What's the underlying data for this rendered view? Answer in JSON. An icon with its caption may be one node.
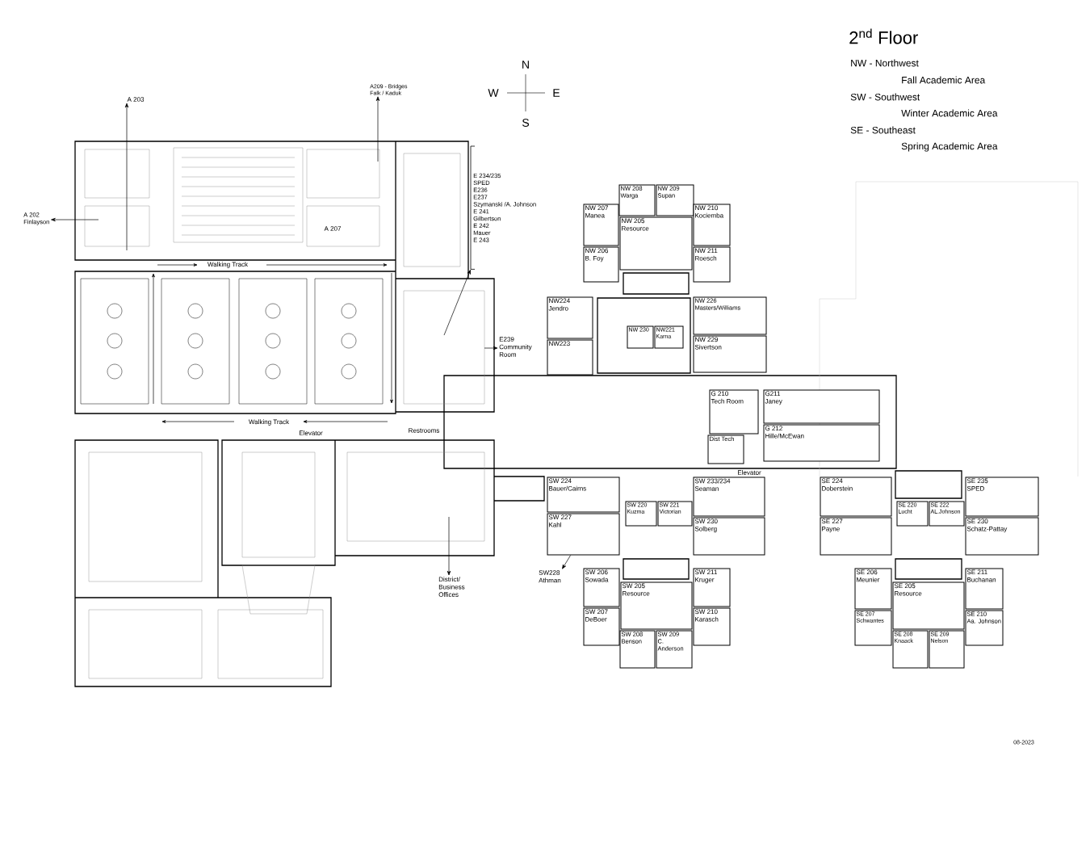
{
  "diagram": {
    "title": "2$^{nd}$ Floor",
    "nodes": [
      {
        "text": [
          "A 203"
        ]
      },
      {
        "text": [
          "A209 - Bridges",
          "Falk / Kaduk"
        ]
      },
      {
        "text": [
          "E 234/235",
          "SPED",
          "E236",
          "E237",
          "Szymanski /A. Johnson",
          "E 241",
          "Gilbertson",
          "E 242",
          "Mauer",
          "E 243"
        ]
      },
      {
        "text": [
          "NW 208",
          "Warga"
        ]
      },
      {
        "text": [
          "NW 209",
          "Supan"
        ]
      },
      {
        "text": [
          "NW 207",
          "Manea"
        ]
      },
      {
        "text": [
          "NW 210",
          "Kociemba"
        ]
      },
      {
        "text": [
          "NW 205",
          "Resource"
        ]
      },
      {
        "text": [
          "NW 206",
          "B. Foy"
        ]
      },
      {
        "text": [
          "NW 211",
          "Roesch"
        ]
      },
      {
        "text": [
          "A 202",
          "Finlayson"
        ]
      },
      {
        "text": [
          "NW224",
          "Jendro"
        ]
      },
      {
        "text": [
          "NW 226",
          "Masters/Williams"
        ]
      },
      {
        "text": [
          "NW 230"
        ]
      },
      {
        "text": [
          "NW221",
          "Karna"
        ]
      },
      {
        "text": [
          "E239",
          "Community Room"
        ]
      },
      {
        "text": [
          "NW223"
        ]
      },
      {
        "text": [
          "NW 229",
          "Sivertson"
        ]
      },
      {
        "text": [
          "G 210",
          "Tech Room"
        ]
      },
      {
        "text": [
          "G211",
          "Janey"
        ]
      },
      {
        "text": [
          "Dist Tech"
        ]
      },
      {
        "text": [
          "G 212",
          "Hille/McEwan"
        ]
      },
      {
        "text": [
          "SW 224",
          "Bauer/Cairns"
        ]
      },
      {
        "text": [
          "SW 233/234",
          "Seaman"
        ]
      },
      {
        "text": [
          "SE 224",
          "Doberstein"
        ]
      },
      {
        "text": [
          "SE 235",
          "SPED"
        ]
      },
      {
        "text": [
          "SW 220",
          "Kuzma"
        ]
      },
      {
        "text": [
          "SW 221",
          "Victorian"
        ]
      },
      {
        "text": [
          "SE 220",
          "Lucht"
        ]
      },
      {
        "text": [
          "SE 222",
          "AL.Johnson"
        ]
      },
      {
        "text": [
          "SW 227",
          "Kahl"
        ]
      },
      {
        "text": [
          "SW 230",
          "Solberg"
        ]
      },
      {
        "text": [
          "SE 227",
          "Payne"
        ]
      },
      {
        "text": [
          "SE 230",
          "Schatz-Pattay"
        ]
      },
      {
        "text": [
          "District/ Business Offices"
        ]
      },
      {
        "text": [
          "SW228",
          "Athman"
        ]
      },
      {
        "text": [
          "SW 206",
          "Sowada"
        ]
      },
      {
        "text": [
          "SW 211",
          "Kruger"
        ]
      },
      {
        "text": [
          "SE 206",
          "Meunier"
        ]
      },
      {
        "text": [
          "SE 211",
          "Buchanan"
        ]
      },
      {
        "text": [
          "SW 205",
          "Resource"
        ]
      },
      {
        "text": [
          "SE 205",
          "Resource"
        ]
      },
      {
        "text": [
          "SW 207",
          "DeBoer"
        ]
      },
      {
        "text": [
          "SW 210",
          "Karasch"
        ]
      },
      {
        "text": [
          "SE 207",
          "Schwantes"
        ]
      },
      {
        "text": [
          "SE 210",
          "Aa. Johnson"
        ]
      },
      {
        "text": [
          "SW 208",
          "Benson"
        ]
      },
      {
        "text": [
          "SW 209",
          "C. Anderson"
        ]
      },
      {
        "text": [
          "SE 208",
          "Knaack"
        ]
      },
      {
        "text": [
          "SE 209",
          "Nelson"
        ]
      }
    ],
    "edges": [
      {
        "from": null,
        "to": 0,
        "arrow": "to"
      },
      {
        "from": null,
        "to": 1,
        "arrow": "to"
      },
      {
        "from": null,
        "to": 10,
        "arrow": "to"
      },
      {
        "from": null,
        "to": 2,
        "arrow": "to"
      },
      {
        "from": null,
        "to": 15,
        "arrow": "to"
      },
      {
        "from": 30,
        "to": 35,
        "arrow": "to"
      },
      {
        "from": null,
        "to": 34,
        "arrow": "to"
      }
    ],
    "labels": [
      "NW - Northwest",
      "Fall Academic Area",
      "SW - Southwest",
      "Winter Academic Area",
      "SE - Southeast",
      "Spring Academic Area",
      "N",
      "W",
      "E",
      "S",
      "A 207",
      "Walking Track",
      "Walking Track",
      "Elevator",
      "Restrooms",
      "Elevator",
      "08-2023"
    ]
  }
}
